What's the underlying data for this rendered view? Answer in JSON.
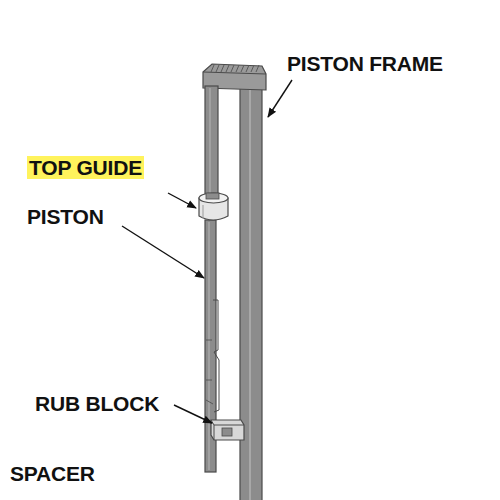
{
  "diagram": {
    "labels": [
      "PISTON FRAME",
      "TOP GUIDE",
      "PISTON",
      "RUB BLOCK",
      "SPACER"
    ]
  }
}
